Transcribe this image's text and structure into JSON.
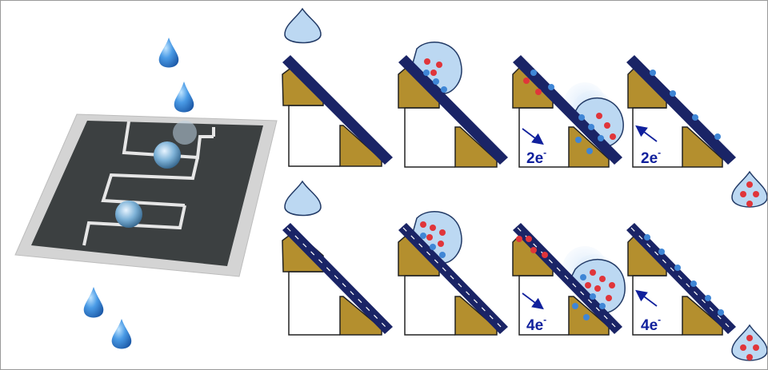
{
  "figure": {
    "labels": {
      "top_stage3": "2e",
      "top_stage4": "2e",
      "bottom_stage3": "4e",
      "bottom_stage4": "4e",
      "superscript": "-"
    },
    "colors": {
      "substrate_navy": "#1a2466",
      "electrode_gold": "#b48f2e",
      "droplet_light": "#bcd8f2",
      "droplet_blue": "#3f86d6",
      "positive_charge": "#e0353a",
      "electron_label": "#10209c",
      "device_dark": "#3a3e3f",
      "sheet_gray": "#cfcfcf"
    },
    "icons": [
      "water-drop-icon",
      "positive-charge-icon",
      "negative-charge-icon",
      "arrow-icon"
    ]
  }
}
